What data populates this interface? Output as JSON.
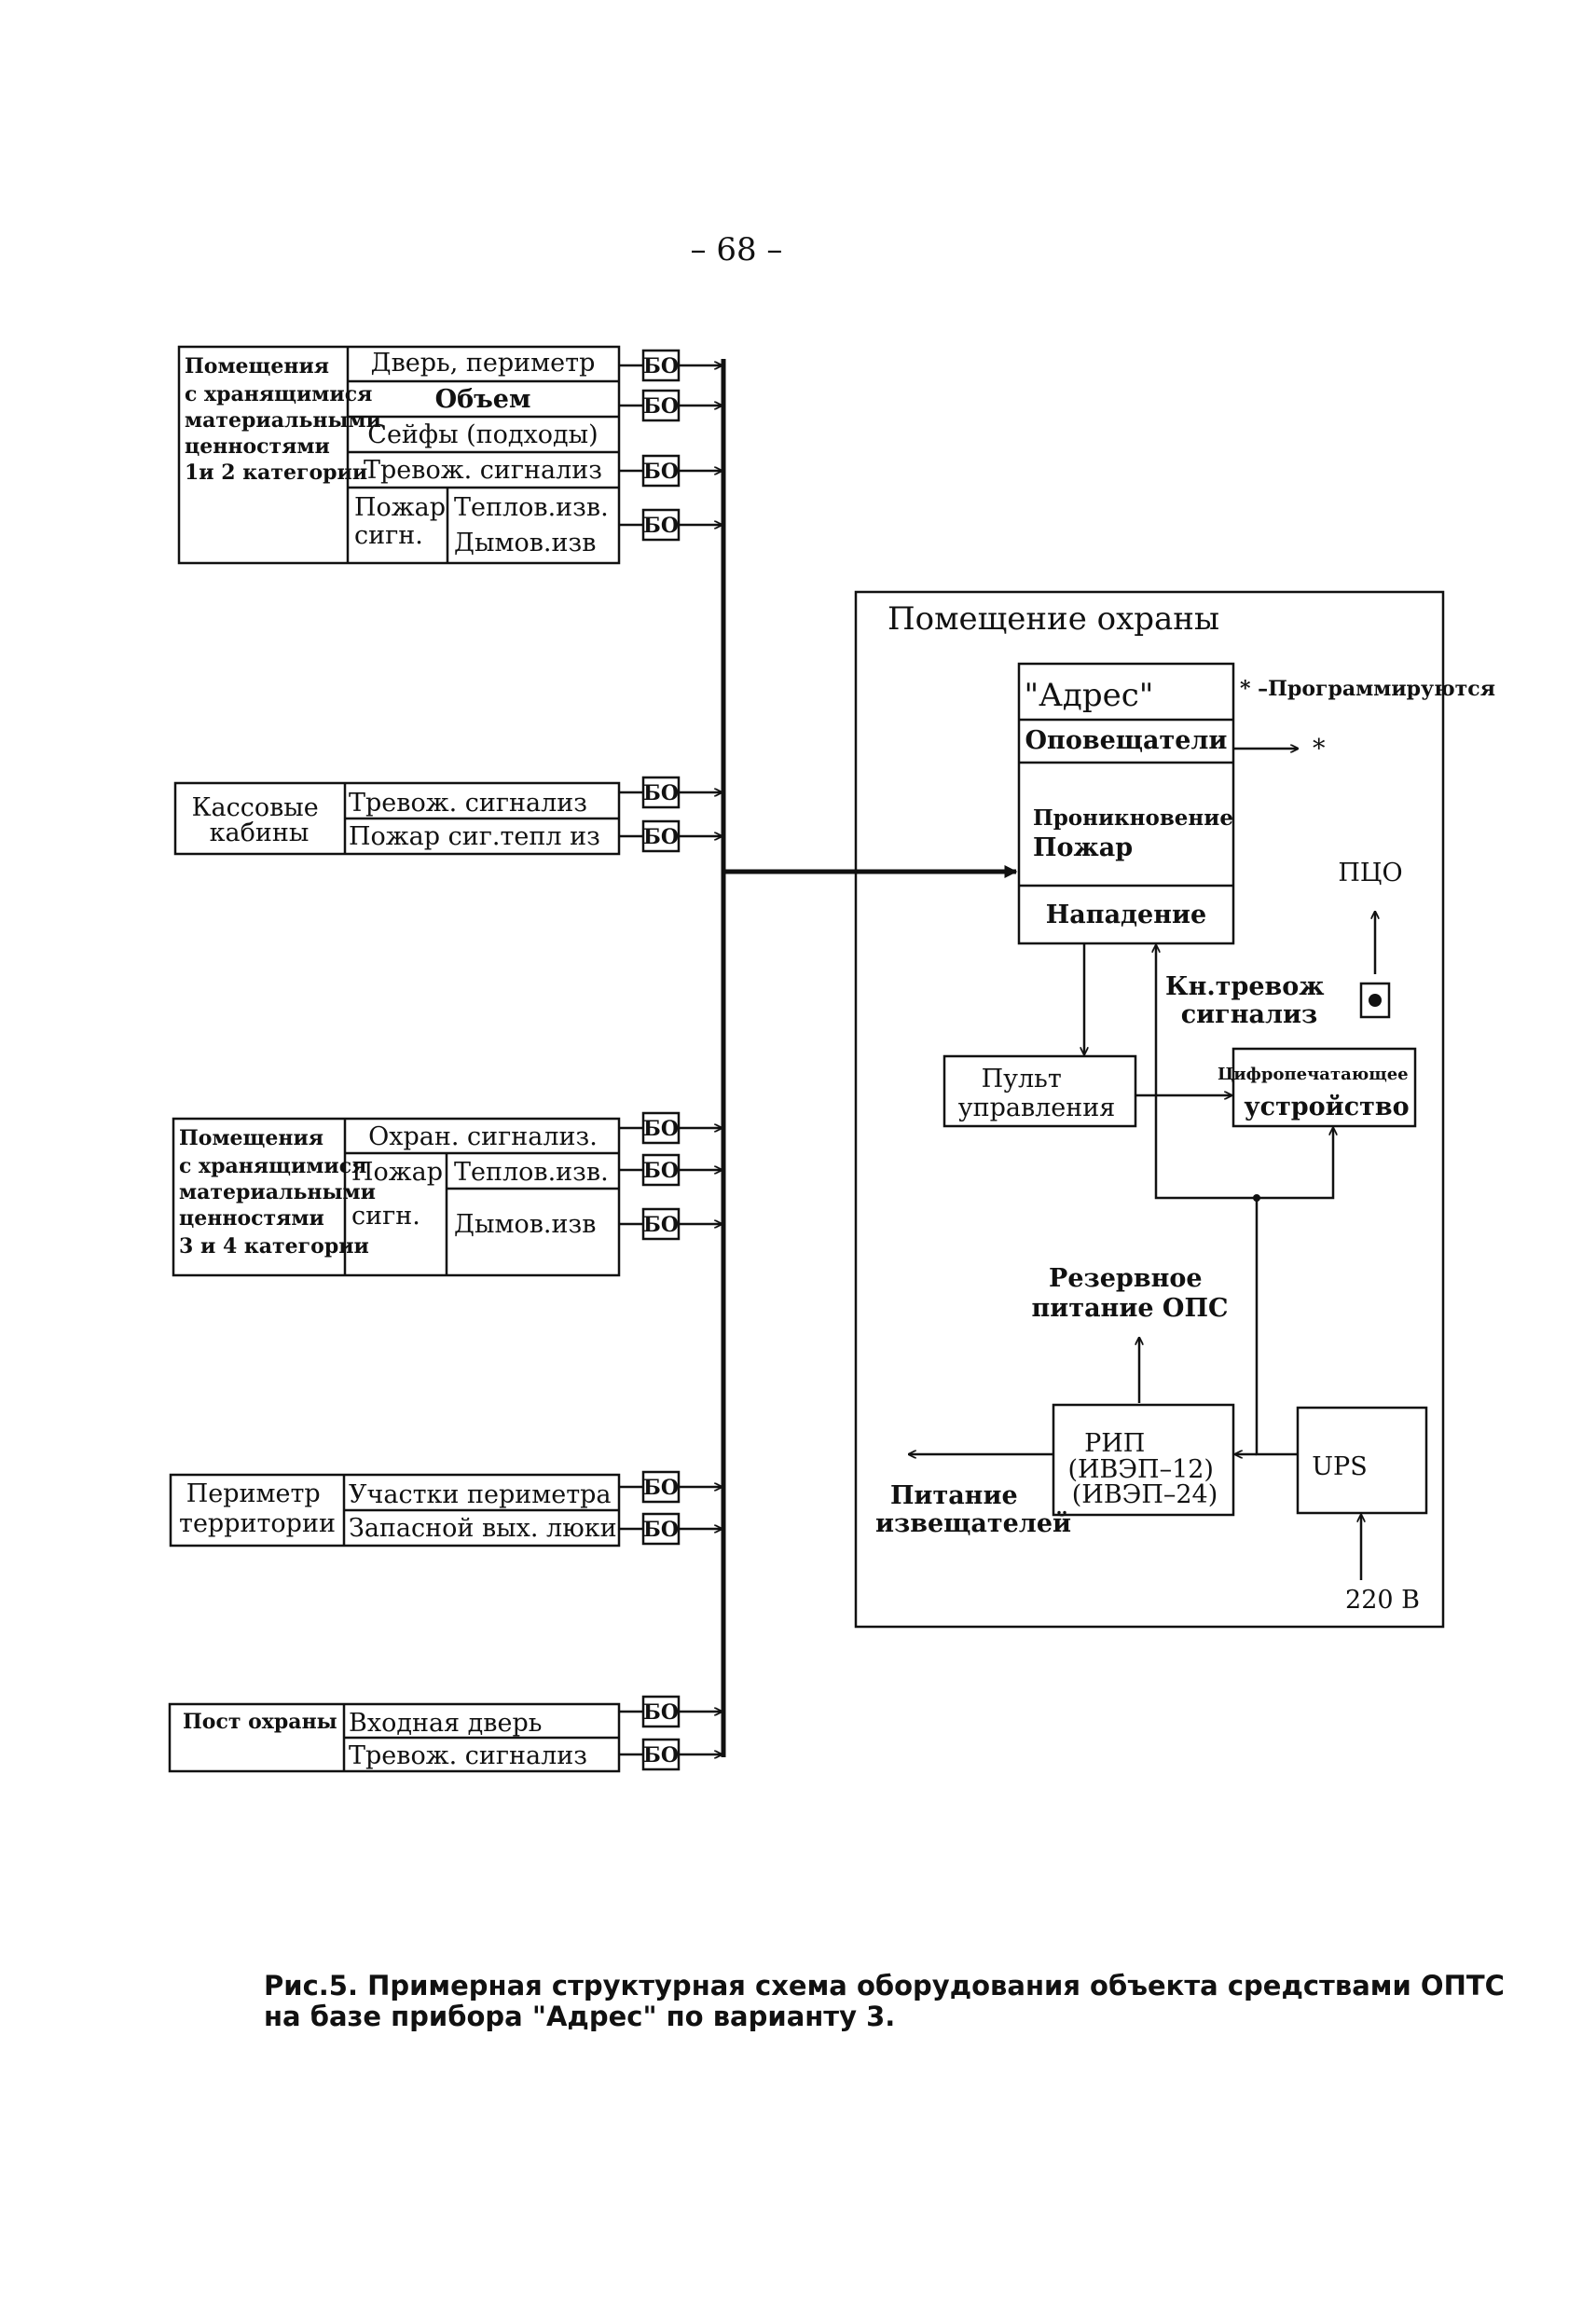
{
  "page_number": "– 68 –",
  "bo_label": "БО",
  "groups": {
    "g1": {
      "title": [
        "Помещения",
        "с хранящимися",
        "материальными",
        "ценностями",
        "1и 2 категории"
      ],
      "rows": {
        "r1": "Дверь, периметр",
        "r2": "Объем",
        "r3": "Сейфы (подходы)",
        "r4": "Тревож. сигнализ",
        "r5_left": [
          "Пожар",
          "сигн."
        ],
        "r5_right": [
          "Теплов.изв.",
          "Дымов.изв"
        ]
      }
    },
    "g2": {
      "title": [
        "Кассовые",
        "кабины"
      ],
      "rows": {
        "r1": "Тревож. сигнализ",
        "r2": "Пожар сиг.тепл из"
      }
    },
    "g3": {
      "title": [
        "Помещения",
        "с хранящимися",
        "материальными",
        "ценностями",
        "3 и 4 категории"
      ],
      "rows": {
        "r1": "Охран. сигнализ.",
        "r2_left": [
          "Пожар",
          "сигн."
        ],
        "r2_right": [
          "Теплов.изв.",
          "Дымов.изв"
        ]
      }
    },
    "g4": {
      "title": [
        "Периметр",
        "территории"
      ],
      "rows": {
        "r1": "Участки периметра",
        "r2": "Запасной вых. люки"
      }
    },
    "g5": {
      "title": [
        "Пост охраны"
      ],
      "rows": {
        "r1": "Входная дверь",
        "r2": "Тревож. сигнализ"
      }
    }
  },
  "guard_room": {
    "title": "Помещение охраны",
    "adres": {
      "name": "\"Адрес\"",
      "section_notifiers": "Оповещатели",
      "section_intrusion": [
        "Проникновение",
        "Пожар"
      ],
      "section_attack": "Нападение"
    },
    "programmable_note": "* –Программируются",
    "notifier_arrow_mark": "*",
    "pco": "ПЦО",
    "alarm_button": [
      "Кн.тревож",
      "сигнализ"
    ],
    "control_panel": [
      "Пульт",
      "управления"
    ],
    "printer": [
      "Цифропечатающее",
      "устройство"
    ],
    "reserve_power": [
      "Резервное",
      "питание ОПС"
    ],
    "rip": [
      "РИП",
      "(ИВЭП–12)",
      "(ИВЭП–24)"
    ],
    "detector_power": [
      "Питание",
      "извещателей"
    ],
    "ups": "UPS",
    "mains": "220 В"
  },
  "caption": [
    "Рис.5. Примерная структурная схема оборудования объекта средствами ОПТС",
    "на базе прибора \"Адрес\" по варианту 3."
  ]
}
